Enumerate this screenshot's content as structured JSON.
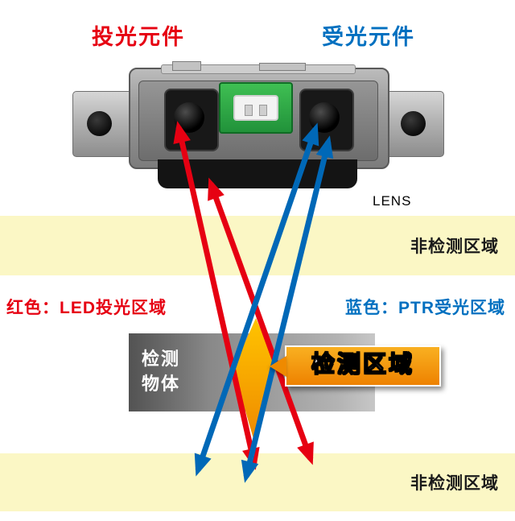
{
  "labels": {
    "emitter": "投光元件",
    "receiver": "受光元件",
    "lens": "LENS",
    "non_detection_top": "非检测区域",
    "non_detection_bottom": "非检测区域",
    "legend_red": "红色：LED投光区域",
    "legend_blue": "蓝色：PTR受光区域",
    "object_line1": "检测",
    "object_line2": "物体",
    "detection_area": "检测区域"
  },
  "colors": {
    "red": "#e60012",
    "blue": "#0068b7",
    "orange": "#f59e00",
    "band_yellow": "#fbf7c5",
    "object_gray": "#8a8a8a"
  }
}
